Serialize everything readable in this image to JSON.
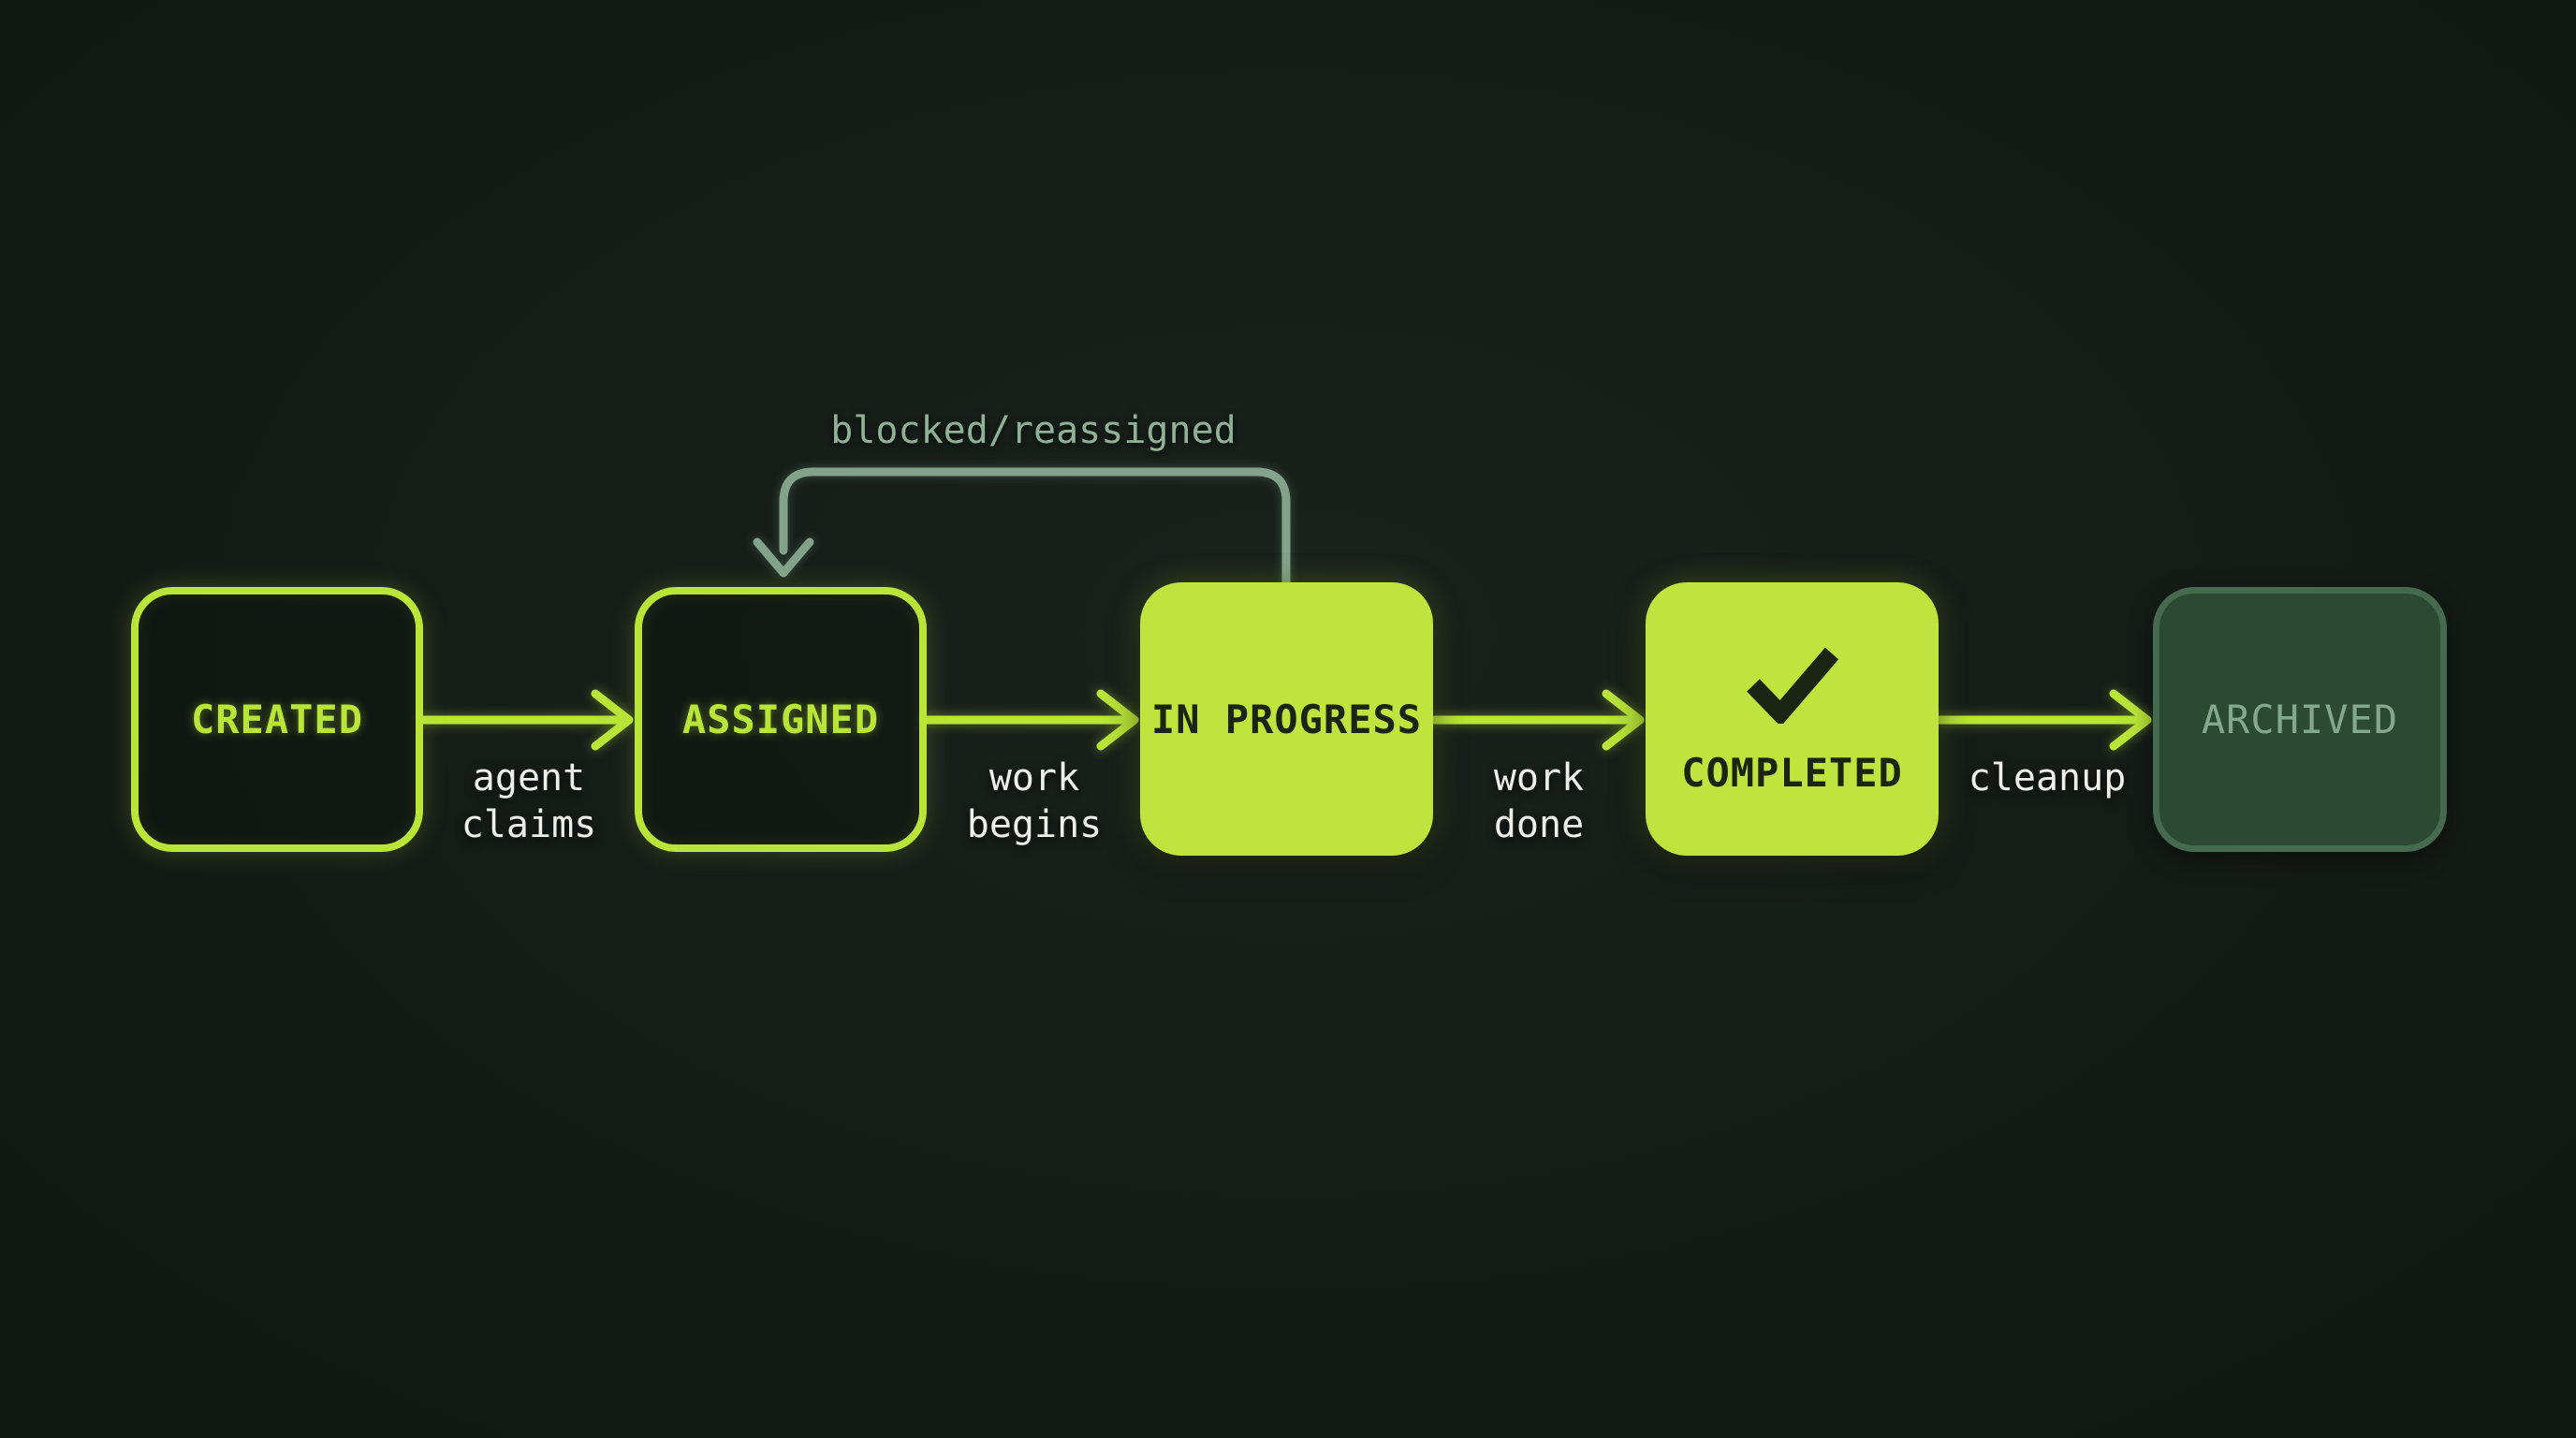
{
  "diagram": {
    "type": "state-flow",
    "colors": {
      "background": "#161d19",
      "lime_accent": "#b9e438",
      "lime_fill": "#bfe43d",
      "dark_text": "#1c2414",
      "white_text": "#edefe8",
      "sage_loop": "#82a38a",
      "sage_label": "#8fb297",
      "archived_fill": "#2c4933",
      "archived_border": "#466a4e",
      "archived_text": "#84a88c"
    },
    "nodes": [
      {
        "label": "CREATED",
        "style": "outlined"
      },
      {
        "label": "ASSIGNED",
        "style": "outlined"
      },
      {
        "label": "IN PROGRESS",
        "style": "filled"
      },
      {
        "label": "COMPLETED",
        "style": "filled",
        "icon": "checkmark"
      },
      {
        "label": "ARCHIVED",
        "style": "muted"
      }
    ],
    "edges": [
      {
        "from": "CREATED",
        "to": "ASSIGNED",
        "label": "agent claims"
      },
      {
        "from": "ASSIGNED",
        "to": "IN PROGRESS",
        "label": "work begins"
      },
      {
        "from": "IN PROGRESS",
        "to": "COMPLETED",
        "label": "work done"
      },
      {
        "from": "COMPLETED",
        "to": "ARCHIVED",
        "label": "cleanup"
      },
      {
        "from": "IN PROGRESS",
        "to": "ASSIGNED",
        "label": "blocked/reassigned",
        "type": "return-loop"
      }
    ]
  }
}
